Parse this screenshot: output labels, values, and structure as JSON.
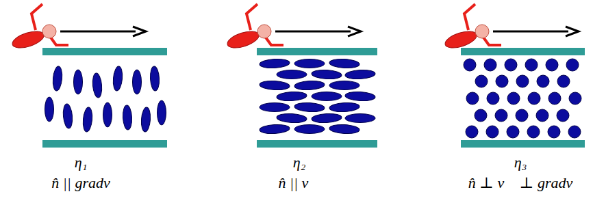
{
  "diagram": {
    "labels": [
      "η₁",
      "n̂ || gradv",
      "η₂",
      "n̂ || v⃗",
      "η₃",
      "n̂ ⊥ v⃗ ⊥ gradv"
    ]
  }
}
